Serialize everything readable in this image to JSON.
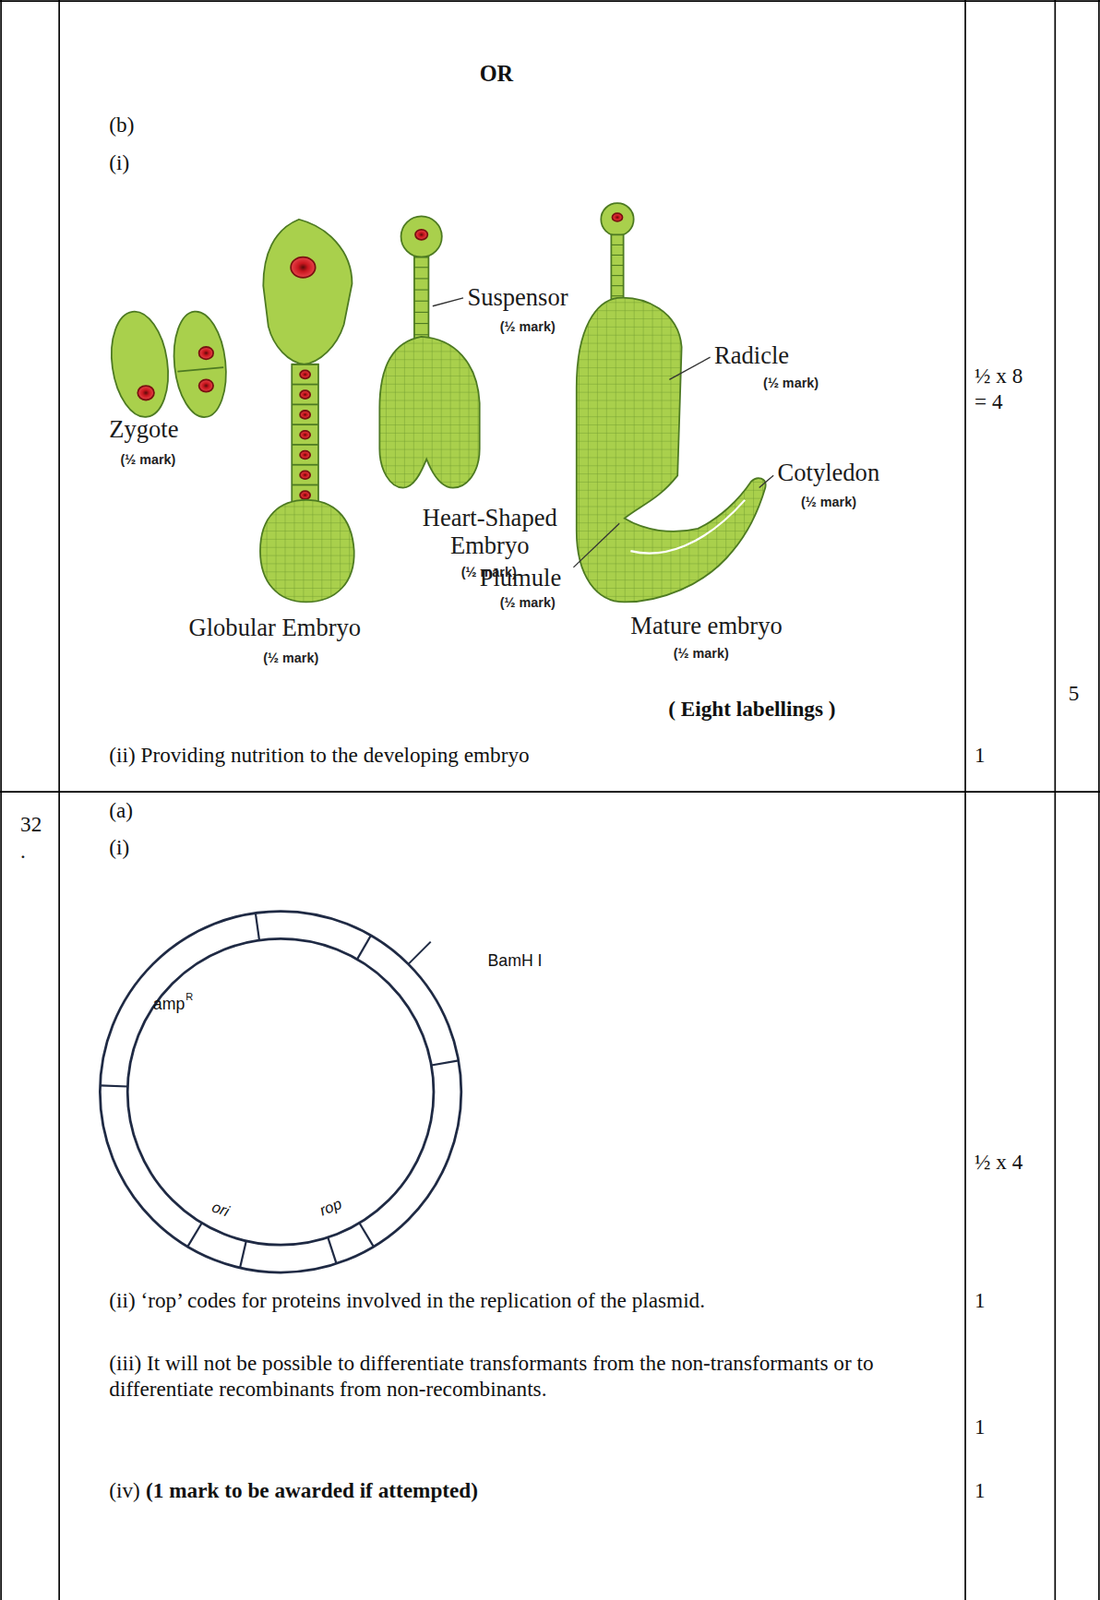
{
  "diagram": {
    "labels": [
      "OR",
      "(b)",
      "(i)",
      "Suspensor",
      "(½ mark)",
      "Radicle",
      "(½ mark)",
      "Zygote",
      "(½ mark)",
      "Cotyledon",
      "(½ mark)",
      "Heart-Shaped Embryo",
      "(½ mark)",
      "Plumule",
      "(½ mark)",
      "Globular Embryo",
      "(½ mark)",
      "Mature embryo",
      "(½ mark)",
      "( Eight labellings )",
      "(ii) Providing nutrition to the developing embryo",
      "½ x 8 = 4",
      "1",
      "5",
      "32 .",
      "(a)",
      "(i)",
      "BamH I",
      "amp",
      "R",
      "ori",
      "rop",
      "(ii)  ‘rop’ codes for proteins involved in the replication of the plasmid.",
      "(iii)  It will not be possible to differentiate transformants from the non-transformants or to differentiate recombinants from non-recombinants.",
      "(iv)",
      "(1 mark to be awarded if attempted)",
      "½ x 4",
      "1",
      "1",
      "1"
    ]
  }
}
